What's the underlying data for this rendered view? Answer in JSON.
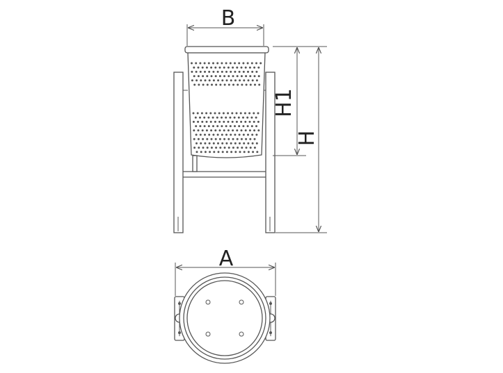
{
  "labels": {
    "width_top": "B",
    "height_bin": "H1",
    "height_total": "H",
    "width_base": "A"
  },
  "colors": {
    "line": "#555555",
    "text": "#222222",
    "background": "#ffffff"
  }
}
